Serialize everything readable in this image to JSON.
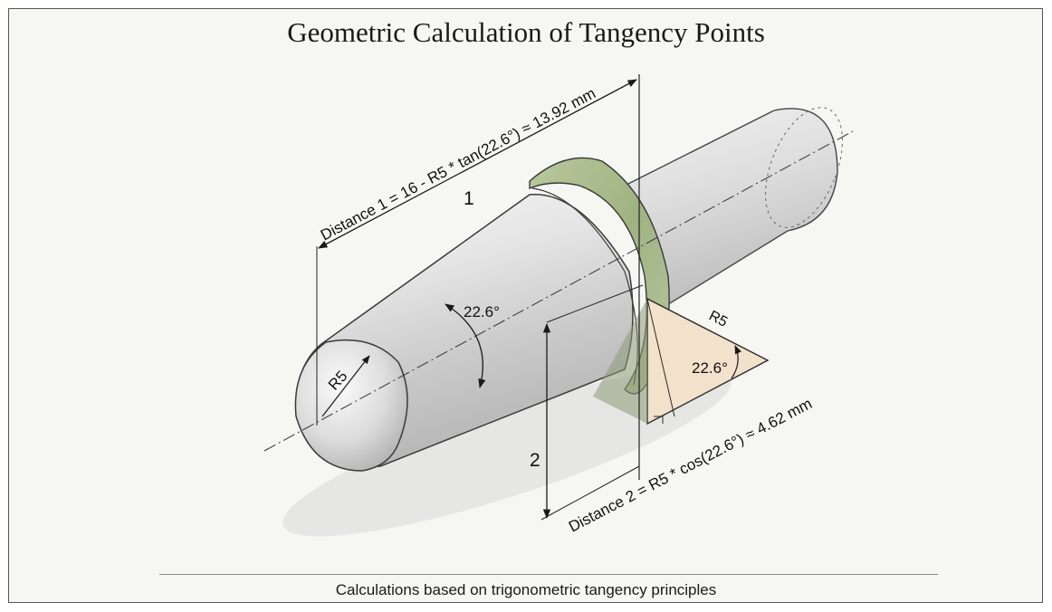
{
  "title": "Geometric Calculation of Tangency Points",
  "footer": "Calculations based on trigonometric tangency principles",
  "labels": {
    "distance_1": "Distance 1 = 16 - R5 * tan(22.6°) ≈ 13.92 mm",
    "distance_2": "Distance 2 = R5 * cos(22.6°) ≈ 4.62 mm",
    "marker_1": "1",
    "marker_2": "2",
    "angle_cone": "22.6°",
    "angle_triangle": "22.6°",
    "radius_tip": "R5",
    "radius_triangle": "R5"
  },
  "colors": {
    "band": "#a3b886",
    "triangle_fill": "#f2e2cc",
    "metal": "#d8d8d8",
    "ink": "#1a1a1a"
  }
}
